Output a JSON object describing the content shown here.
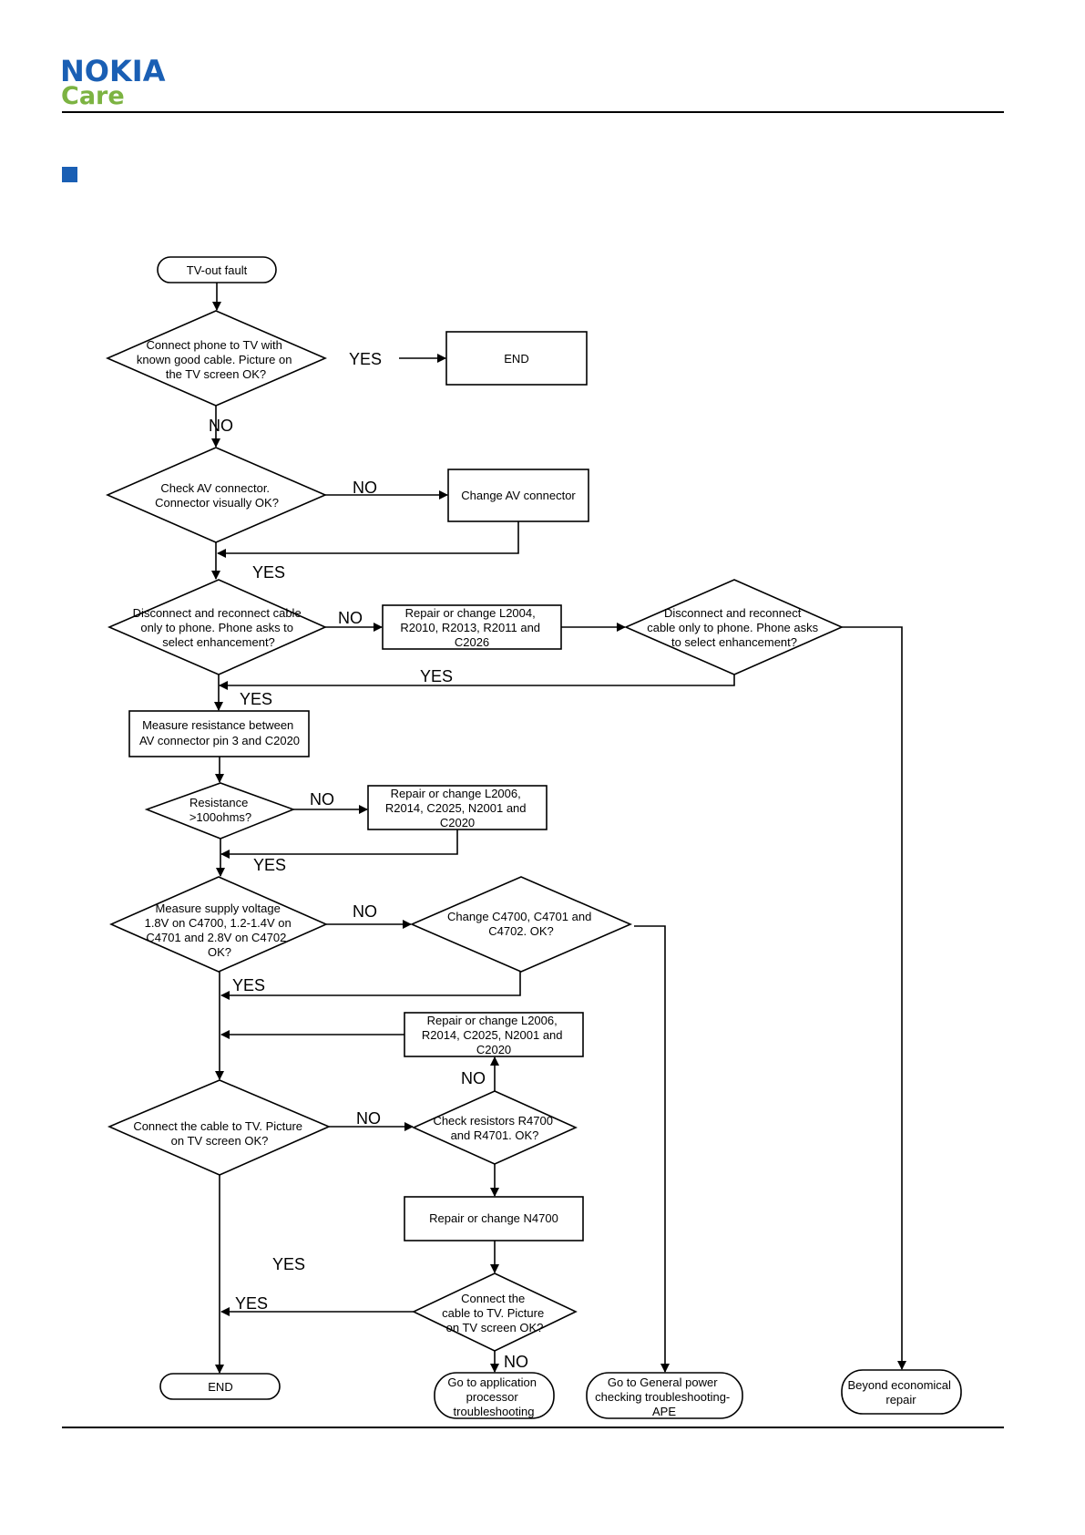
{
  "brand": {
    "name": "NOKIA",
    "sub": "Care"
  },
  "colors": {
    "brand_blue": "#1a5fb4",
    "care_green": "#7cb342",
    "line": "#000000"
  },
  "nodes": {
    "start": [
      "TV-out fault"
    ],
    "q_cable_ok": [
      "Connect phone to TV with",
      "known good cable. Picture on",
      "the TV screen OK?"
    ],
    "end_top": [
      "END"
    ],
    "q_av_connector": [
      "Check AV connector.",
      "Connector visually OK?"
    ],
    "change_av": [
      "Change AV connector"
    ],
    "q_enhancement": [
      "Disconnect and reconnect cable",
      "only to phone. Phone asks to",
      "select enhancement?"
    ],
    "repair_l2004": [
      "Repair or change L2004,",
      "R2010, R2013, R2011 and",
      "C2026"
    ],
    "q_enhancement2": [
      "Disconnect and reconnect",
      "cable only to phone. Phone asks",
      "to select enhancement?"
    ],
    "measure_resistance": [
      "Measure resistance between",
      "AV connector pin 3 and C2020"
    ],
    "q_resistance": [
      "Resistance",
      ">100ohms?"
    ],
    "repair_l2006_a": [
      "Repair or change L2006,",
      "R2014, C2025, N2001 and",
      "C2020"
    ],
    "q_supply": [
      "Measure supply voltage",
      "1.8V on C4700, 1.2-1.4V on",
      "C4701 and 2.8V on C4702.",
      "OK?"
    ],
    "q_change_caps": [
      "Change C4700, C4701 and",
      "C4702. OK?"
    ],
    "repair_l2006_b": [
      "Repair or change L2006,",
      "R2014, C2025, N2001 and",
      "C2020"
    ],
    "q_cable_tv": [
      "Connect the cable to TV. Picture",
      "on TV screen OK?"
    ],
    "q_resistors": [
      "Check resistors R4700",
      "and R4701. OK?"
    ],
    "repair_n4700": [
      "Repair or change N4700"
    ],
    "q_cable_tv2": [
      "Connect the",
      "cable to TV. Picture",
      "on TV screen OK?"
    ],
    "end_bottom": [
      "END"
    ],
    "goto_app": [
      "Go to application",
      "processor",
      "troubleshooting"
    ],
    "goto_power": [
      "Go to General power",
      "checking troubleshooting-",
      "APE"
    ],
    "beyond": [
      "Beyond economical",
      "repair"
    ]
  },
  "labels": {
    "yes_end_top": "YES",
    "no_q1": "NO",
    "no_av": "NO",
    "yes_av": "YES",
    "no_enh": "NO",
    "yes_enh2": "YES",
    "yes_enh": "YES",
    "no_res": "NO",
    "yes_res": "YES",
    "no_supply": "NO",
    "yes_supply": "YES",
    "no_resistors": "NO",
    "no_cable_tv": "NO",
    "yes_cable_tv": "YES",
    "yes_cable_tv2": "YES",
    "no_cable_tv2": "NO"
  }
}
